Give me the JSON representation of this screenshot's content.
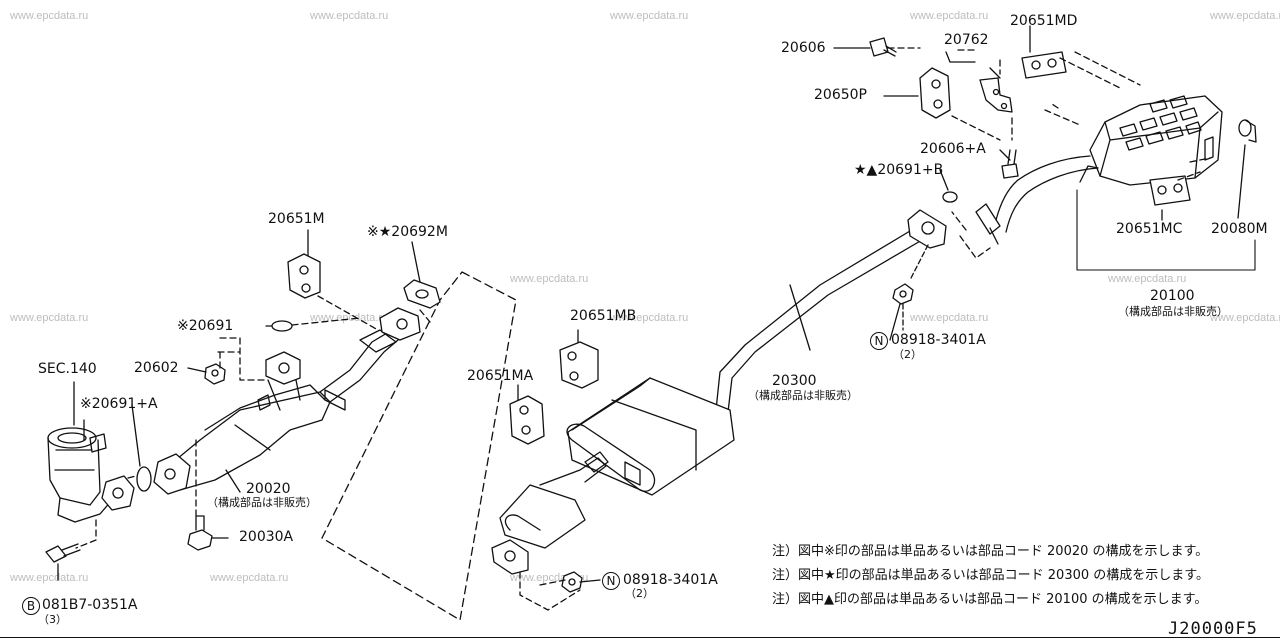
{
  "watermark": "www.epcdata.ru",
  "diagram_code": "J20000F5",
  "labels": {
    "p20606": "20606",
    "p20762": "20762",
    "p20651MD": "20651MD",
    "p20650P": "20650P",
    "p20606A": "20606+A",
    "p20691B": "★▲20691+B",
    "p20651MC": "20651MC",
    "p20080M": "20080M",
    "p20100": "20100",
    "p20100_sub": "（構成部品は非販売）",
    "p08918_upper": "08918-3401A",
    "p08918_upper_qty": "（2）",
    "p20300": "20300",
    "p20300_sub": "（構成部品は非販売）",
    "p20651M": "20651M",
    "p20692M": "※★20692M",
    "p20691": "※20691",
    "p20602": "20602",
    "sec140": "SEC.140",
    "p20691A": "※20691+A",
    "p20020": "20020",
    "p20020_sub": "（構成部品は非販売）",
    "p20030A": "20030A",
    "p081B7": "081B7-0351A",
    "p081B7_qty": "（3）",
    "p20651MB": "20651MB",
    "p20651MA": "20651MA",
    "p08918_lower": "08918-3401A",
    "p08918_lower_qty": "（2）",
    "circle_N": "N",
    "circle_B": "B"
  },
  "notes": [
    "注）図中※印の部品は単品あるいは部品コード 20020 の構成を示します。",
    "注）図中★印の部品は単品あるいは部品コード 20300 の構成を示します。",
    "注）図中▲印の部品は単品あるいは部品コード 20100 の構成を示します。"
  ]
}
